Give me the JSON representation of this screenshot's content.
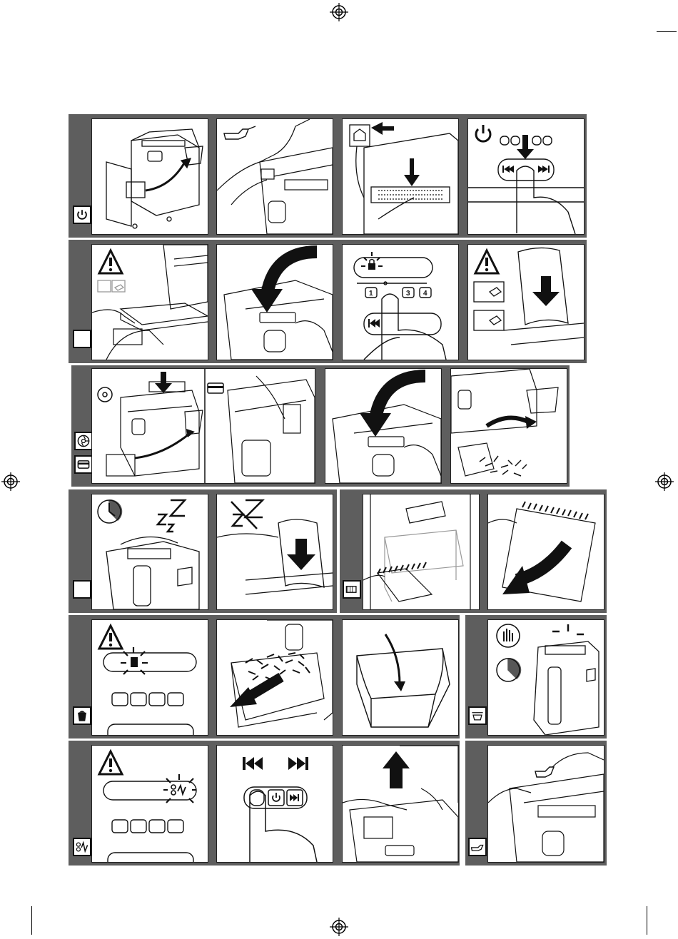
{
  "document": {
    "kind": "illustrated instruction sheet",
    "rows": 6,
    "panel_key_labels": {
      "keypad_number_1": "1",
      "keypad_number_4": "4",
      "keypad_number_3": "3"
    }
  },
  "colors": {
    "frame": "#5e5e5e",
    "ink": "#111111",
    "paper": "#ffffff"
  },
  "icons": [
    "power-icon",
    "oil-can-icon",
    "plug-icon",
    "power-button-icon",
    "warning-icon",
    "paper-stack-icon",
    "lock-light-icon",
    "down-arrow-icon",
    "cd-icon",
    "credit-card-icon",
    "clock-icon",
    "sleep-zzz-icon",
    "bin-full-icon",
    "hand-stop-icon",
    "pause-icon",
    "jam-icon",
    "skip-back-icon",
    "skip-forward-icon",
    "up-arrow-icon"
  ]
}
